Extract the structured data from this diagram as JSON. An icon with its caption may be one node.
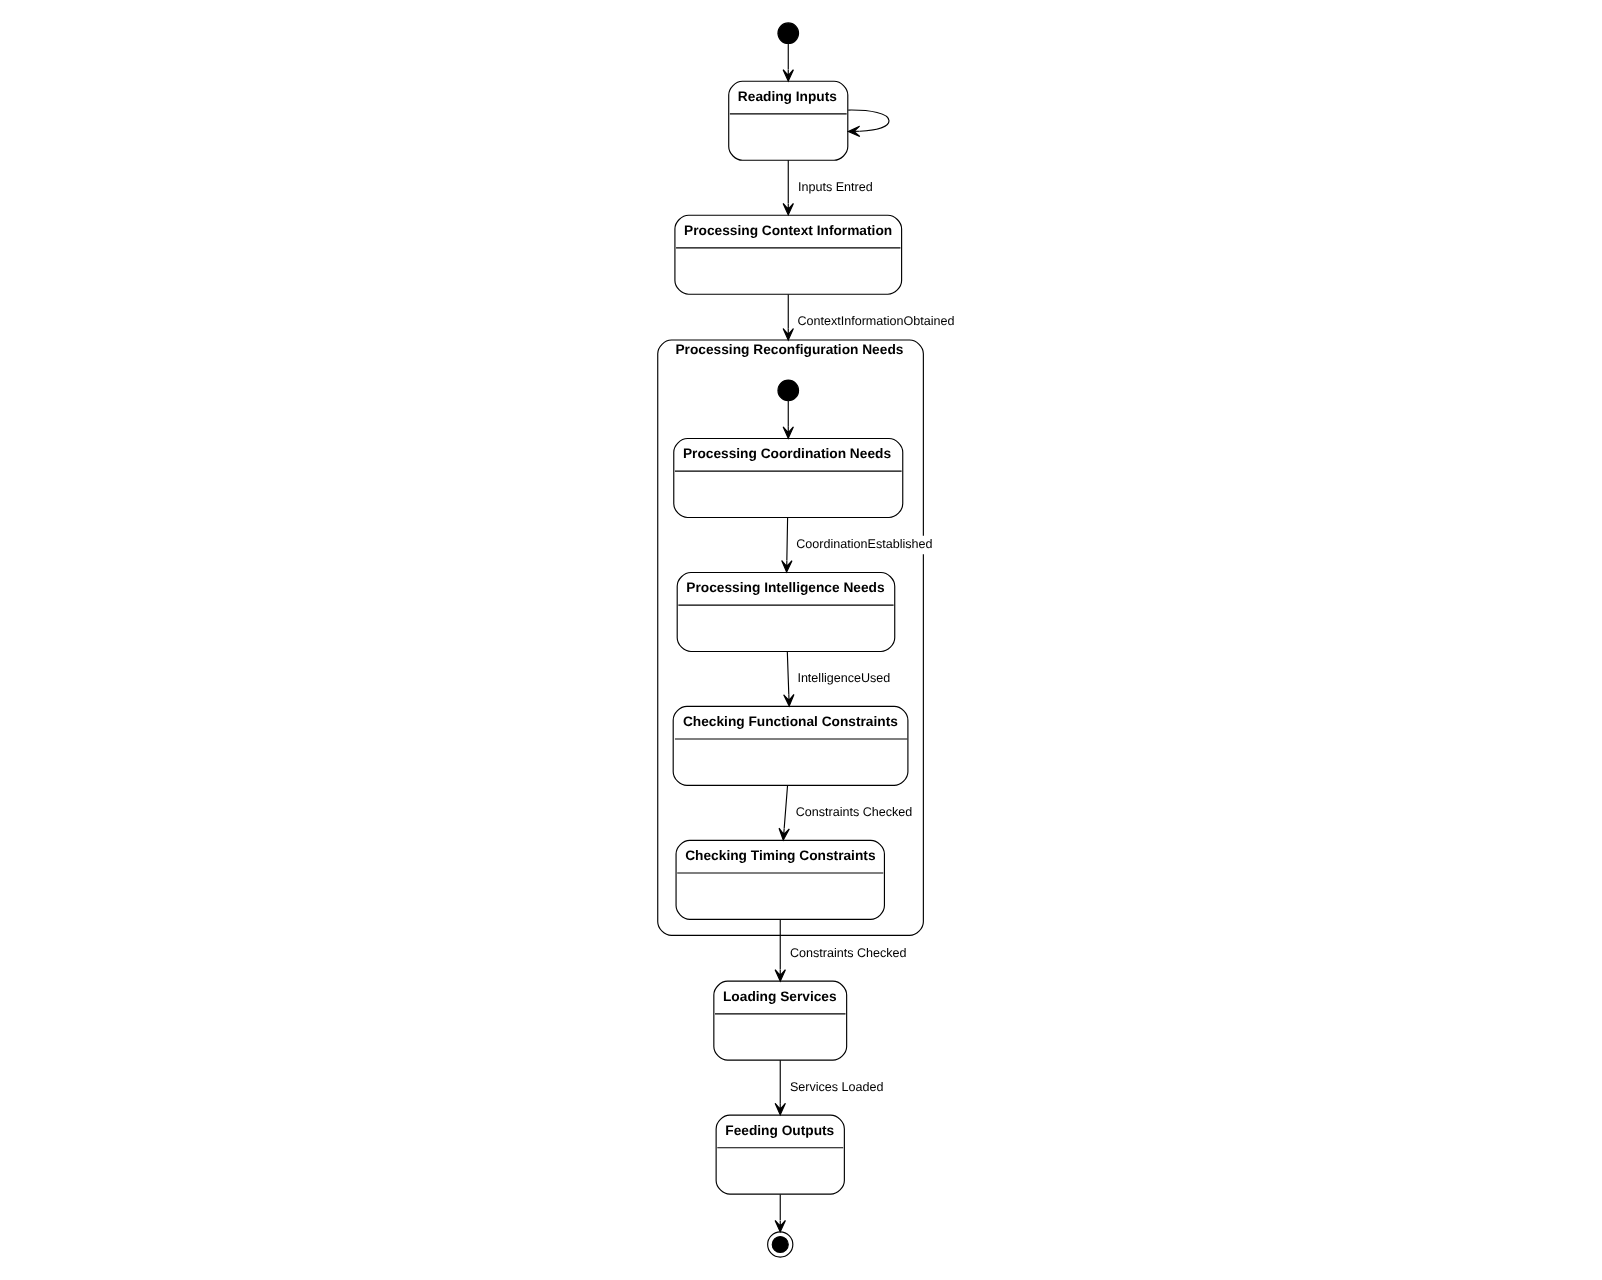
{
  "diagram": {
    "nodes": [
      {
        "text": [],
        "shape": "circle"
      },
      {
        "text": [
          "Reading Inputs"
        ]
      },
      {
        "text": [
          "Processing Context Information"
        ]
      },
      {
        "text": [
          "Processing Reconfiguration Needs"
        ]
      },
      {
        "text": [],
        "shape": "circle",
        "in": 3
      },
      {
        "text": [
          "Processing Coordination Needs"
        ],
        "in": 3
      },
      {
        "text": [
          "Processing Intelligence Needs"
        ],
        "in": 3
      },
      {
        "text": [
          "Checking Functional Constraints"
        ],
        "in": 3
      },
      {
        "text": [
          "Checking Timing Constraints"
        ],
        "in": 3
      },
      {
        "text": [
          "Loading Services"
        ]
      },
      {
        "text": [
          "Feeding Outputs"
        ]
      },
      {
        "text": [],
        "shape": "circle"
      }
    ],
    "edges": [
      {
        "from": 0,
        "to": 1,
        "arrow": "to"
      },
      {
        "from": 1,
        "to": 1,
        "arrow": "to"
      },
      {
        "from": 1,
        "to": 2,
        "arrow": "to",
        "label": "Inputs Entred"
      },
      {
        "from": 2,
        "to": 3,
        "arrow": "to",
        "label": "ContextInformationObtained"
      },
      {
        "from": 4,
        "to": 5,
        "arrow": "to"
      },
      {
        "from": 5,
        "to": 6,
        "arrow": "to",
        "label": "CoordinationEstablished"
      },
      {
        "from": 6,
        "to": 7,
        "arrow": "to",
        "label": "IntelligenceUsed"
      },
      {
        "from": 7,
        "to": 8,
        "arrow": "to",
        "label": "Constraints Checked"
      },
      {
        "from": 8,
        "to": 9,
        "arrow": "to",
        "label": "Constraints Checked"
      },
      {
        "from": 9,
        "to": 10,
        "arrow": "to",
        "label": "Services Loaded"
      },
      {
        "from": 10,
        "to": 11,
        "arrow": "to"
      }
    ]
  }
}
